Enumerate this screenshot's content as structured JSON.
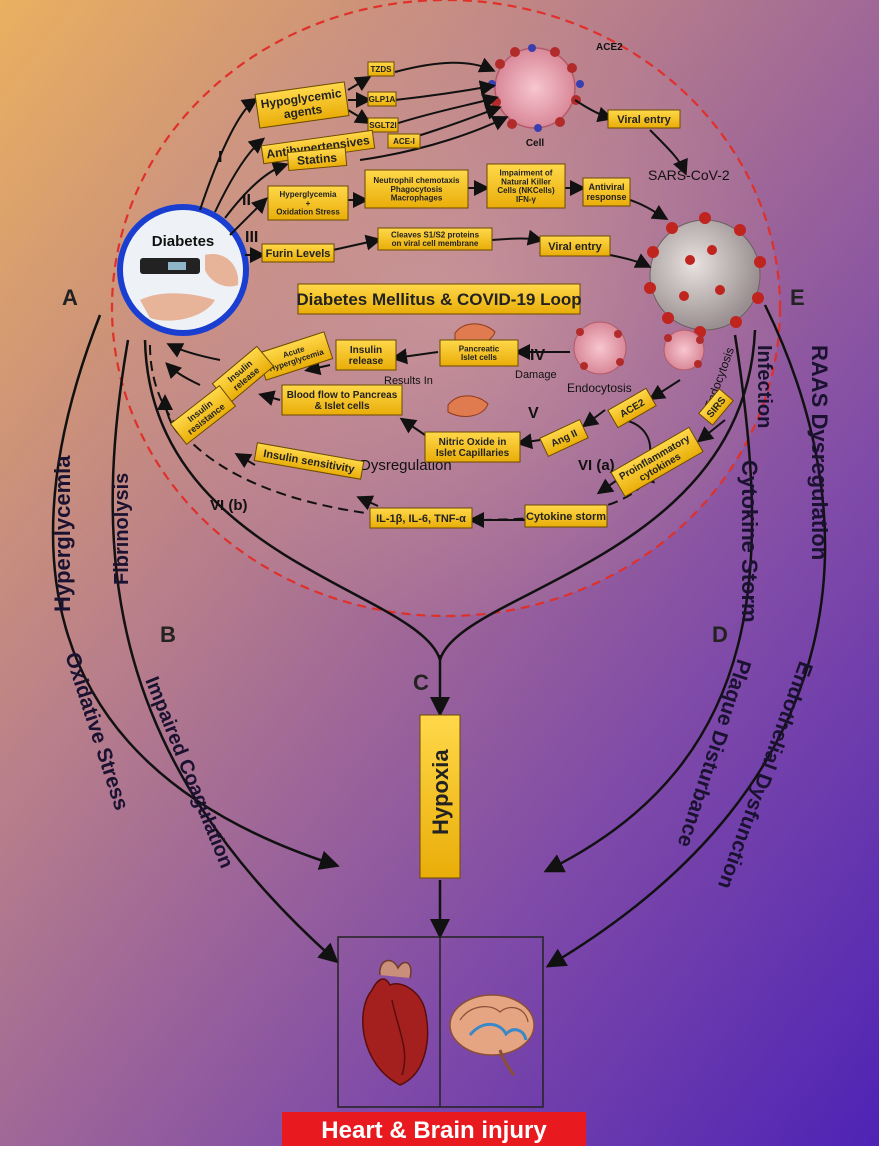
{
  "letters": {
    "a": "A",
    "b": "B",
    "c": "C",
    "d": "D",
    "e": "E"
  },
  "left_paths": {
    "hyperglycemia": "Hyperglycemia",
    "fibrinolysis": "Fibrinolysis",
    "oxidative_stress": "Oxidative Stress",
    "impaired_coagulation": "Impaired Coagulation"
  },
  "right_paths": {
    "infection": "Infection",
    "raas": "RAAS Dysregulation",
    "cytokine_storm": "Cytokine Storm",
    "plaque": "Plaque Disturbance",
    "endothelial": "Endothelial Dysfunction"
  },
  "center": {
    "hypoxia": "Hypoxia",
    "title": "Diabetes Mellitus & COVID-19 Loop",
    "diabetes": "Diabetes",
    "bottom": "Heart & Brain injury"
  },
  "loop": {
    "hypoglycemic": [
      "Hypoglycemic",
      "agents"
    ],
    "antihypertensives": "Antihypertensives",
    "statins": "Statins",
    "tzds": "TZDS",
    "glp1a": "GLP1A",
    "sglt2i": "SGLT2I",
    "acei": "ACE-I",
    "cell": "Cell",
    "ace2_label": "ACE2",
    "viral_entry_top": "Viral entry",
    "sars": "SARS-CoV-2",
    "hyper_ox": [
      "Hyperglycemia",
      "+",
      "Oxidation Stress"
    ],
    "neutrophil": [
      "Neutrophil chemotaxis",
      "Phagocytosis",
      "Macrophages"
    ],
    "nk": [
      "Impairment of",
      "Natural Killer",
      "Cells (NKCells)",
      "IFN-γ"
    ],
    "antiviral": [
      "Antiviral",
      "response"
    ],
    "furin": "Furin Levels",
    "cleaves": [
      "Cleaves S1/S2 proteins",
      "on viral cell membrane"
    ],
    "viral_entry_mid": "Viral entry",
    "acute": [
      "Acute",
      "Hyperglycemia"
    ],
    "insulin_release_1": [
      "Insulin",
      "release"
    ],
    "pancreatic": [
      "Pancreatic",
      "Islet cells"
    ],
    "damage": "Damage",
    "results_in": "Results In",
    "endocytosis_1": "Endocytosis",
    "endocytosis_2": "Endocytosis",
    "insulin_release_2": [
      "Insulin",
      "release"
    ],
    "blood_flow": [
      "Blood flow to Pancreas",
      "& Islet cells"
    ],
    "ace2_box": "ACE2",
    "sirs": "SIRS",
    "insulin_resistance": [
      "Insulin",
      "resistance"
    ],
    "nitric": [
      "Nitric Oxide in",
      "Islet Capillaries"
    ],
    "ang2": "Ang II",
    "raas_dys": "RAAS Dysregulation",
    "proinflammatory": [
      "Proinflammatory",
      "cytokines"
    ],
    "insulin_sensitivity": "Insulin sensitivity",
    "il": "IL-1β, IL-6, TNF-α",
    "cytokine_storm": "Cytokine storm",
    "roman": {
      "i": "I",
      "ii": "II",
      "iii": "III",
      "iv": "IV",
      "v": "V",
      "via": "VI (a)",
      "vib": "VI (b)"
    }
  },
  "colors": {
    "bg_top_left": "#e8a85a",
    "bg_bottom_right": "#5a2fb0",
    "box_fill": "#f5c518",
    "dashed_circle": "#e0302a",
    "diabetes_ring": "#1a3fd0",
    "injury_red": "#e8191f"
  }
}
